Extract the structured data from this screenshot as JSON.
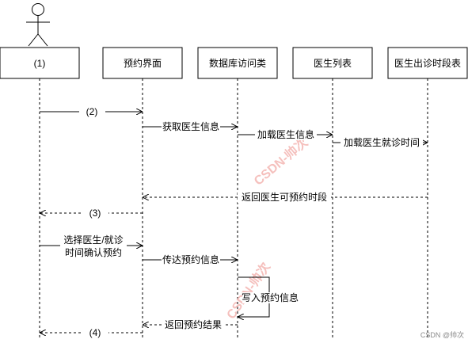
{
  "participants": [
    {
      "id": "p0",
      "label": "(1)",
      "has_actor_icon": true
    },
    {
      "id": "p1",
      "label": "预约界面"
    },
    {
      "id": "p2",
      "label": "数据库访问类"
    },
    {
      "id": "p3",
      "label": "医生列表"
    },
    {
      "id": "p4",
      "label": "医生出诊时段表"
    }
  ],
  "messages": [
    {
      "id": "m2",
      "label": "(2)",
      "style": "solid"
    },
    {
      "id": "m_get",
      "label": "获取医生信息",
      "style": "solid"
    },
    {
      "id": "m_load1",
      "label": "加载医生信息",
      "style": "solid"
    },
    {
      "id": "m_load2",
      "label": "加载医生就诊时间",
      "style": "solid"
    },
    {
      "id": "m_ret_slots",
      "label": "返回医生可预约时段",
      "style": "dashed"
    },
    {
      "id": "m3",
      "label": "(3)",
      "style": "dashed"
    },
    {
      "id": "m_select",
      "label_lines": [
        "选择医生/就诊",
        "时间确认预约"
      ],
      "style": "solid"
    },
    {
      "id": "m_send",
      "label": "传达预约信息",
      "style": "solid"
    },
    {
      "id": "m_write",
      "label": "写入预约信息",
      "style": "solid-self"
    },
    {
      "id": "m_ret_result",
      "label": "返回预约结果",
      "style": "dashed"
    },
    {
      "id": "m4",
      "label": "(4)",
      "style": "dashed"
    }
  ],
  "watermarks": [
    "CSDN-帅次",
    "CSDN-帅次"
  ],
  "credit": "CSDN @帅次",
  "colors": {
    "line": "#000000",
    "background": "#ffffff",
    "watermark": "#f4b6b2",
    "credit": "#8a8a8a"
  }
}
